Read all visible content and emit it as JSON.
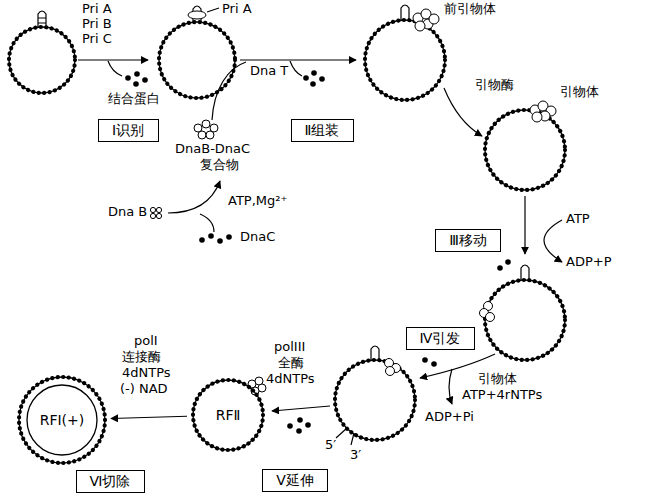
{
  "diagram": {
    "nodes": [
      {
        "text": [
          "Ⅰ识别"
        ]
      },
      {
        "text": [
          "Ⅱ组装"
        ]
      },
      {
        "text": [
          "Ⅲ移动"
        ]
      },
      {
        "text": [
          "Ⅳ引发"
        ]
      },
      {
        "text": [
          "RFⅠ(+)"
        ]
      },
      {
        "text": [
          "RFⅡ"
        ]
      },
      {
        "text": [
          "Ⅵ切除"
        ]
      },
      {
        "text": [
          "Ⅴ延伸"
        ]
      }
    ],
    "edges": [
      {
        "from": 5,
        "to": 4,
        "arrow": "to"
      }
    ],
    "labels": [
      "Pri A",
      "Pri B",
      "Pri C",
      "结合蛋白",
      "Pri A",
      "Dna T",
      "前引物体",
      "DnaB-DnaC",
      "复合物",
      "Dna B",
      "ATP,Mg²⁺",
      "DnaC",
      "引物酶",
      "引物体",
      "ATP",
      "ADP+P",
      "引物体",
      "ATP+4rNTPs",
      "ADP+Pi",
      "polIII",
      "全酶",
      "4dNTPs",
      "5′",
      "3′",
      "polI",
      "连接酶",
      "4dNTPs",
      "(-) NAD"
    ]
  }
}
